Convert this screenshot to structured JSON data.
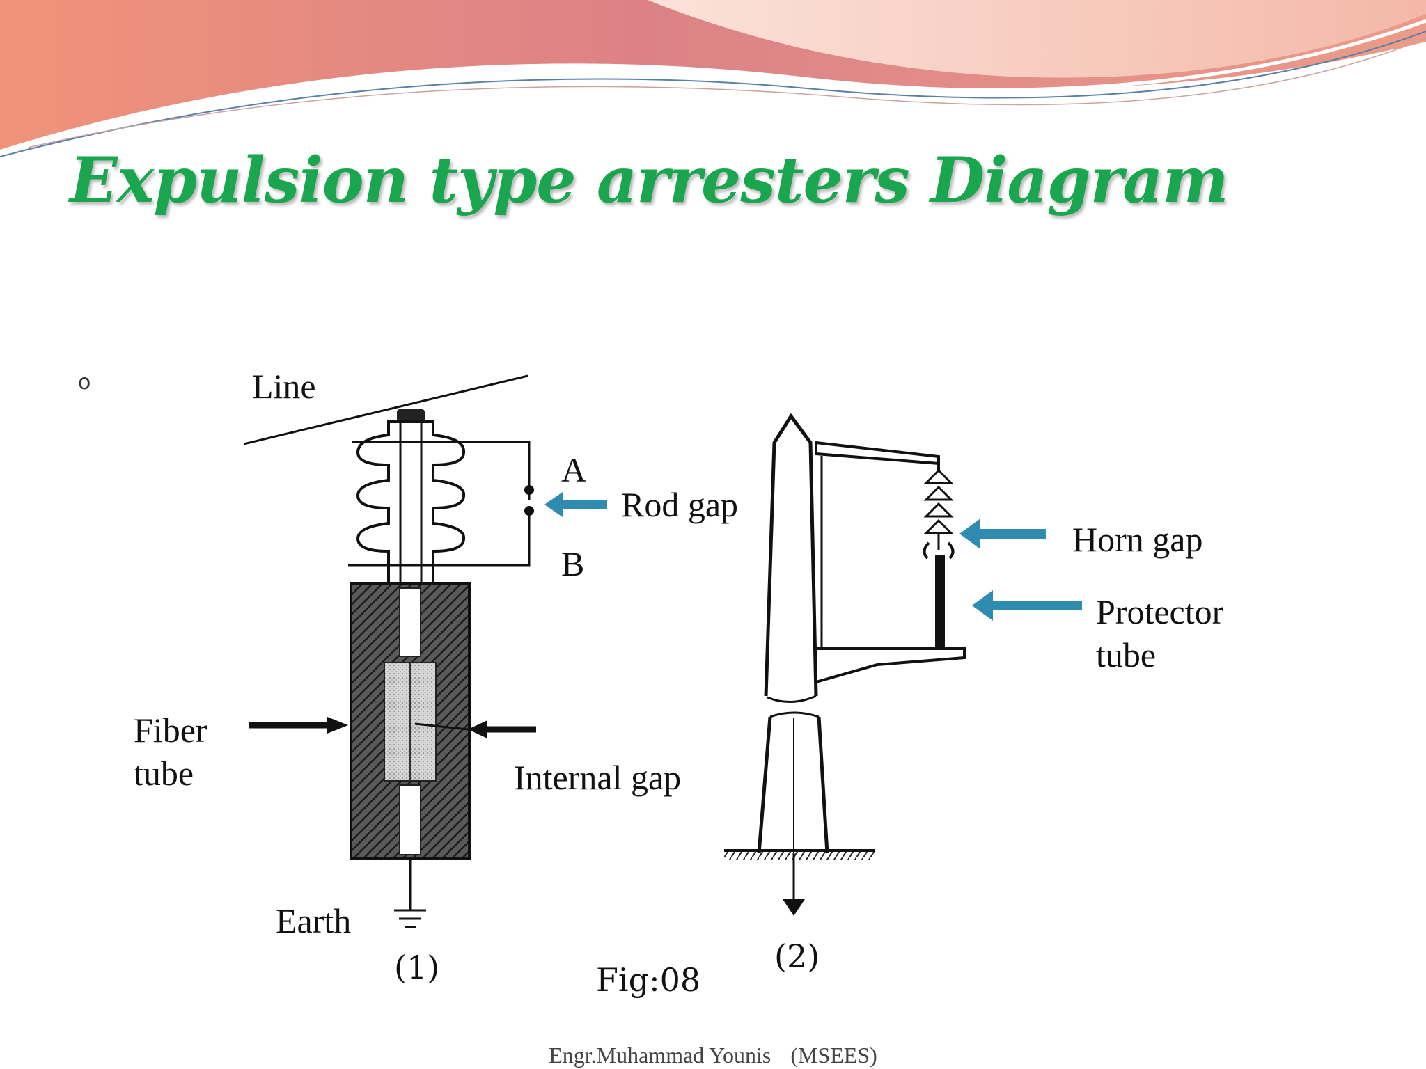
{
  "slide": {
    "title": "Expulsion type arresters Diagram",
    "bullet": "o",
    "accent_title_color": "#1aa64e",
    "header_colors": [
      "#e0857f",
      "#f2b39a",
      "#f6cfc2"
    ]
  },
  "figure": {
    "labels": {
      "line": "Line",
      "a": "A",
      "b": "B",
      "rod_gap": "Rod gap",
      "fiber": "Fiber",
      "tube": "tube",
      "internal_gap": "Internal gap",
      "earth": "Earth",
      "horn_gap": "Horn gap",
      "protector": "Protector",
      "protector_tube": "tube"
    },
    "captions": {
      "sub1": "(1)",
      "sub2": "(2)",
      "fig": "Fig:08"
    },
    "arrow_color": "#2f8bb0"
  },
  "footer": {
    "author": "Engr.Muhammad Younis",
    "credential": "(MSEES)"
  }
}
